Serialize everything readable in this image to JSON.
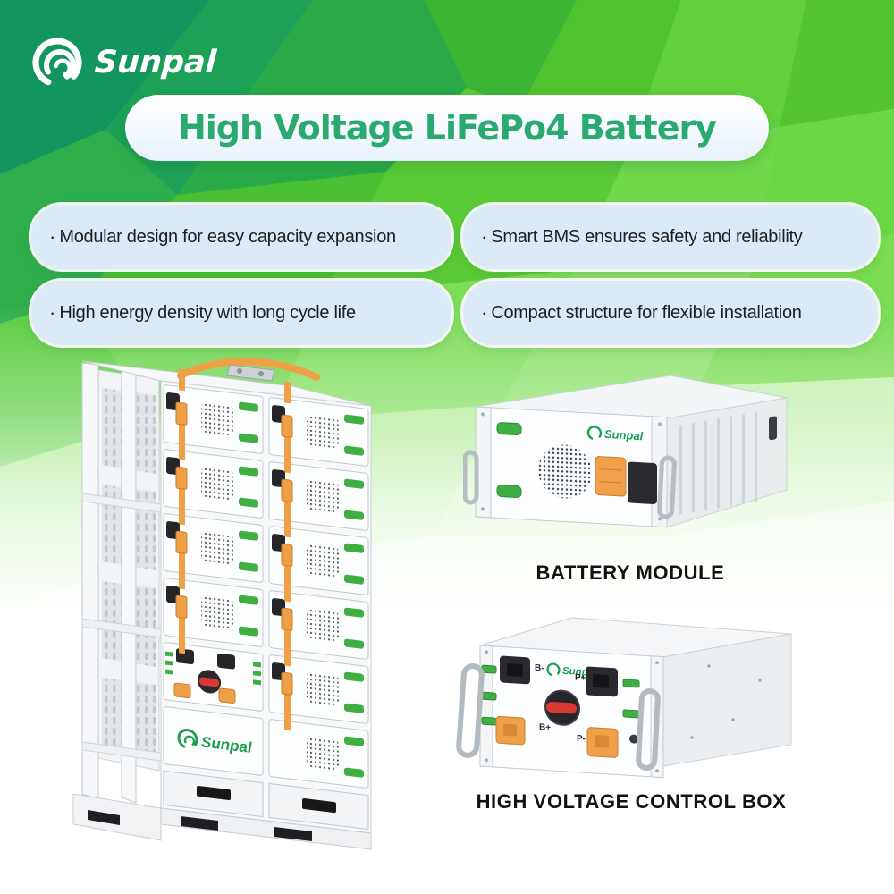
{
  "brand": {
    "name": "Sunpal"
  },
  "header": {
    "title": "High Voltage LiFePo4 Battery"
  },
  "features": {
    "bullet": "·",
    "items": [
      "Modular design for easy capacity expansion",
      "Smart BMS ensures safety and reliability",
      "High energy density with long cycle life",
      "Compact structure for flexible installation"
    ]
  },
  "products": {
    "rack": {
      "brand_label": "Sunpal"
    },
    "module": {
      "caption": "BATTERY MODULE",
      "brand_label": "Sunpal"
    },
    "control_box": {
      "caption": "HIGH VOLTAGE CONTROL BOX",
      "brand_label": "Sunpal",
      "terminals": {
        "b_minus": "B-",
        "b_plus": "B+",
        "p_plus": "P+",
        "p_minus": "P-"
      }
    }
  },
  "colors": {
    "title_green": "#2aaa6e",
    "brand_green": "#1c9e50",
    "poly_green_dark": "#12955e",
    "poly_green_bright": "#5fcf3c",
    "pill_bg": "#dce9f7",
    "connector_orange": "#ef9f45",
    "connector_green": "#3fae43",
    "switch_red": "#d83a33"
  }
}
